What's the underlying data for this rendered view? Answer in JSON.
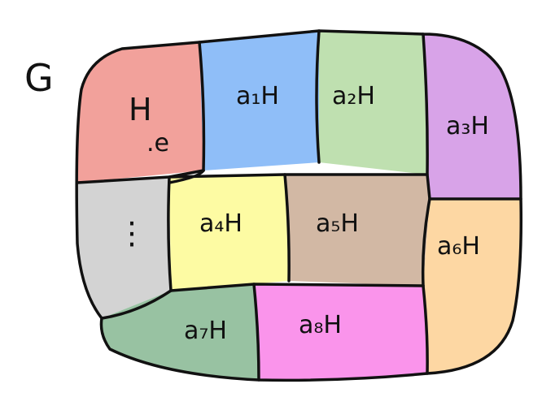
{
  "group": {
    "label": "G"
  },
  "cosets": [
    {
      "id": "h",
      "label": "H",
      "identity": ".e",
      "color": "#f2a19b"
    },
    {
      "id": "a1",
      "label": "a₁H",
      "color": "#8fbef8"
    },
    {
      "id": "a2",
      "label": "a₂H",
      "color": "#bfe0b0"
    },
    {
      "id": "a3",
      "label": "a₃H",
      "color": "#d8a3e8"
    },
    {
      "id": "dots",
      "label": "⋮",
      "color": "#d3d3d3"
    },
    {
      "id": "a4",
      "label": "a₄H",
      "color": "#fdfba3"
    },
    {
      "id": "a5",
      "label": "a₅H",
      "color": "#d2b8a4"
    },
    {
      "id": "a6",
      "label": "a₆H",
      "color": "#fdd7a3"
    },
    {
      "id": "a7",
      "label": "a₇H",
      "color": "#98c2a2"
    },
    {
      "id": "a8",
      "label": "a₈H",
      "color": "#fa94eb"
    }
  ]
}
